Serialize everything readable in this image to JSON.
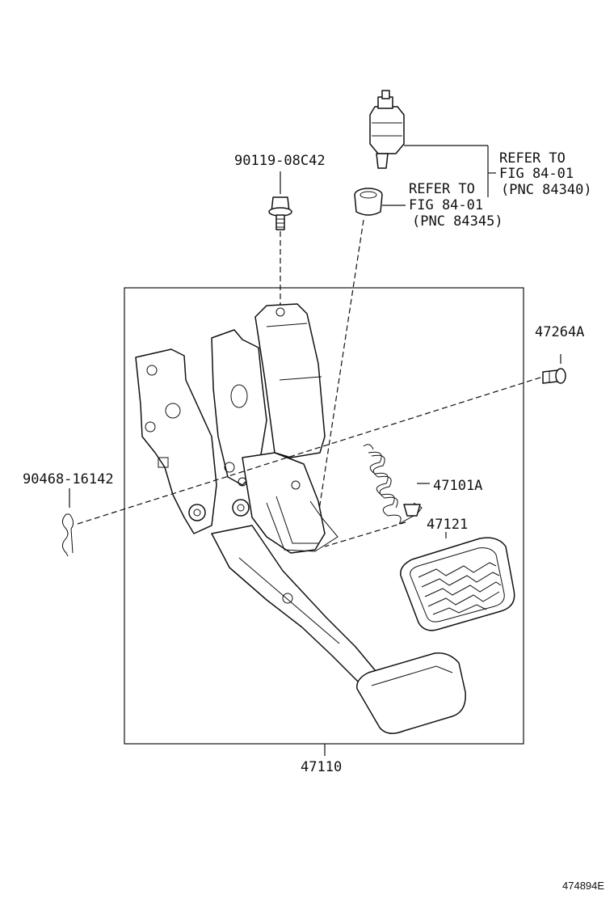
{
  "labels": {
    "bolt": "90119-08C42",
    "pin": "47264A",
    "clip": "90468-16142",
    "spring": "47101A",
    "pad": "47121",
    "pedal_assy": "47110"
  },
  "refs": {
    "switch": {
      "line1": "REFER TO",
      "line2": "FIG 84-01",
      "line3": "(PNC 84340)"
    },
    "stopper": {
      "line1": "REFER TO",
      "line2": "FIG 84-01",
      "line3": "(PNC 84345)"
    }
  },
  "figure_id": "474894E"
}
